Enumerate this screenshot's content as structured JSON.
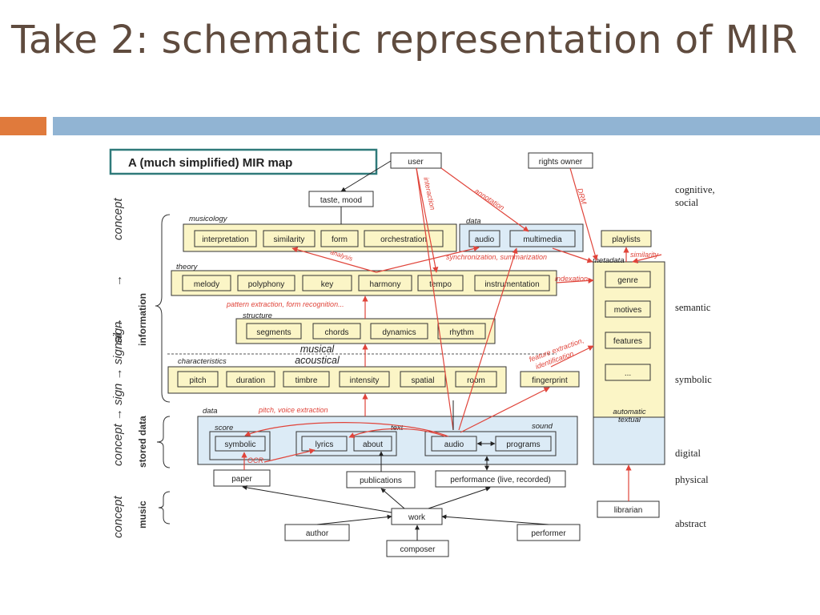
{
  "slide": {
    "title": "Take 2: schematic representation of MIR"
  },
  "diagram": {
    "map_title": "A (much simplified) MIR map",
    "top_nodes": {
      "user": "user",
      "taste_mood": "taste, mood",
      "rights_owner": "rights owner"
    },
    "musicology": {
      "group": "musicology",
      "items": [
        "interpretation",
        "similarity",
        "form",
        "orchestration"
      ]
    },
    "data_top": {
      "group": "data",
      "items": [
        "audio",
        "multimedia"
      ]
    },
    "playlists": "playlists",
    "theory": {
      "group": "theory",
      "items": [
        "melody",
        "polyphony",
        "key",
        "harmony",
        "tempo",
        "instrumentation"
      ]
    },
    "structure": {
      "group": "structure",
      "items": [
        "segments",
        "chords",
        "dynamics",
        "rhythm"
      ]
    },
    "divider": {
      "upper": "musical",
      "lower": "acoustical"
    },
    "characteristics": {
      "group": "characteristics",
      "items": [
        "pitch",
        "duration",
        "timbre",
        "intensity",
        "spatial",
        "room"
      ]
    },
    "fingerprint": "fingerprint",
    "metadata": {
      "group": "metadata",
      "items": [
        "genre",
        "motives",
        "features",
        "..."
      ],
      "bottom_line1": "automatic",
      "bottom_line2": "textual"
    },
    "stored": {
      "group": "data",
      "score": "score",
      "symbolic": "symbolic",
      "text": "text",
      "lyrics": "lyrics",
      "about": "about",
      "sound": "sound",
      "audio": "audio",
      "programs": "programs"
    },
    "physical": {
      "paper": "paper",
      "publications": "publications",
      "performance": "performance (live, recorded)"
    },
    "abstract": {
      "work": "work",
      "author": "author",
      "performer": "performer",
      "composer": "composer",
      "librarian": "librarian"
    },
    "arrow_labels": {
      "interaction": "interaction",
      "annotation": "annotation",
      "drm": "DRM",
      "similarity": "similarity",
      "analysis": "analysis",
      "sync": "synchronization, summarization",
      "indexation": "indexation",
      "pattern": "pattern extraction, form recognition...",
      "feature1": "feature extraction,",
      "feature2": "identification",
      "pitch_voice": "pitch, voice extraction",
      "ocr": "OCR"
    },
    "left_axis": {
      "concept": "concept",
      "arrow1": "→",
      "sign": "sign",
      "information": "information",
      "stored_chain": "concept → sign → signal →",
      "stored_data": "stored data",
      "music": "music"
    },
    "right_labels": {
      "cognitive": "cognitive,",
      "social": "social",
      "semantic": "semantic",
      "symbolic": "symbolic",
      "digital": "digital",
      "physical": "physical",
      "abstract": "abstract"
    },
    "colors": {
      "yellow": "#fbf5c6",
      "blue": "#dcebf6",
      "red": "#e0443a",
      "title_border": "#2f7a7a"
    }
  }
}
